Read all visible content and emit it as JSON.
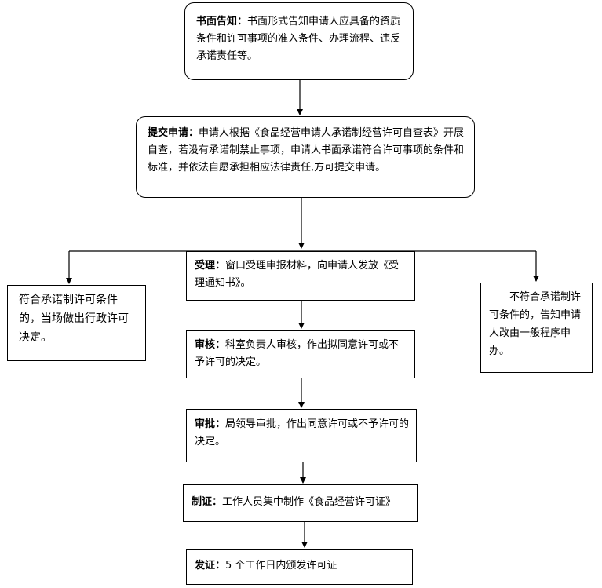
{
  "steps": {
    "notice": {
      "head": "书面告知：",
      "text": "书面形式告知申请人应具备的资质条件和许可事项的准入条件、办理流程、违反承诺责任等。"
    },
    "submit": {
      "head": "提交申请：",
      "text": "申请人根据《食品经营申请人承诺制经营许可自查表》开展自查，若没有承诺制禁止事项，申请人书面承诺符合许可事项的条件和标准，并依法自愿承担相应法律责任,方可提交申请。"
    },
    "accept": {
      "head": "受理：",
      "text": "窗口受理申报材料，向申请人发放《受理通知书》。"
    },
    "review": {
      "head": "审核：",
      "text": "科室负责人审核，作出拟同意许可或不予许可的决定。"
    },
    "approve": {
      "head": "审批：",
      "text": "局领导审批，作出同意许可或不予许可的决定。"
    },
    "make": {
      "head": "制证：",
      "text": "工作人员集中制作《食品经营许可证》"
    },
    "issue": {
      "head": "发证：",
      "text": "5 个工作日内颁发许可证"
    }
  },
  "branches": {
    "left": {
      "text": "符合承诺制许可条件的，当场做出行政许可决定。"
    },
    "right": {
      "text": "不符合承诺制许可条件的，告知申请人改由一般程序申办。"
    }
  }
}
